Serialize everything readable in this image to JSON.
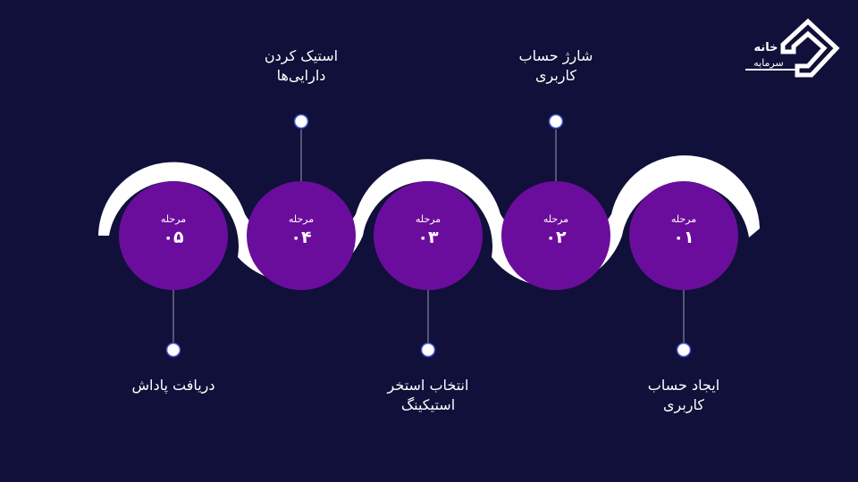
{
  "logo": {
    "line1": "خانه",
    "line2": "سرمایه"
  },
  "stage_word": "مرحله",
  "steps": [
    {
      "number": "۰۱",
      "label_line1": "ایجاد حساب",
      "label_line2": "کاربری"
    },
    {
      "number": "۰۲",
      "label_line1": "شارژ حساب",
      "label_line2": "کاربری"
    },
    {
      "number": "۰۳",
      "label_line1": "انتخاب استخر",
      "label_line2": "استیکینگ"
    },
    {
      "number": "۰۴",
      "label_line1": "استیک کردن",
      "label_line2": "دارایی‌ها"
    },
    {
      "number": "۰۵",
      "label_line1": "دریافت پاداش",
      "label_line2": ""
    }
  ],
  "colors": {
    "background": "#10103a",
    "circle": "#6a0d9c",
    "ribbon": "#ffffff",
    "connector": "#9a9ab0",
    "dot_fill": "#ffffff",
    "dot_stroke": "#3b4fc4"
  }
}
